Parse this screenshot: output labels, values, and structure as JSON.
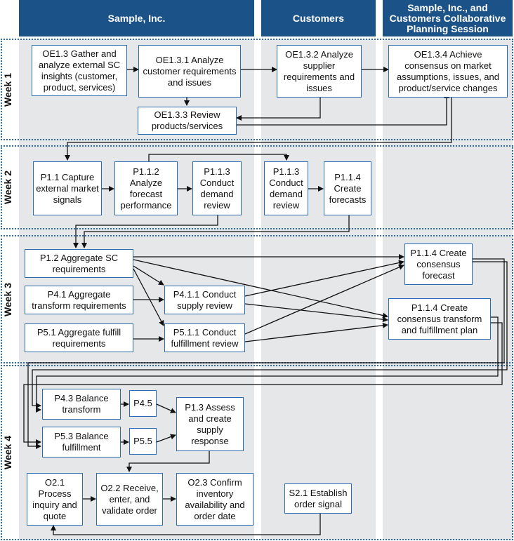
{
  "columns": [
    {
      "title": "Sample, Inc."
    },
    {
      "title": "Customers"
    },
    {
      "title": "Sample, Inc., and Customers Collaborative Planning Session"
    }
  ],
  "weeks": [
    {
      "label": "Week 1"
    },
    {
      "label": "Week 2"
    },
    {
      "label": "Week 3"
    },
    {
      "label": "Week 4"
    }
  ],
  "boxes": {
    "oe13": "OE1.3 Gather and analyze external SC insights (customer, product, services)",
    "oe131": "OE1.3.1 Analyze customer requirements and issues",
    "oe132": "OE1.3.2 Analyze supplier requirements and issues",
    "oe134": "OE1.3.4 Achieve consensus on market assumptions, issues, and product/service changes",
    "oe133": "OE1.3.3 Review products/services",
    "p11": "P1.1 Capture external market signals",
    "p112": "P1.1.2 Analyze forecast performance",
    "p113a": "P1.1.3 Conduct demand review",
    "p113b": "P1.1.3 Conduct demand review",
    "p114create": "P1.1.4 Create forecasts",
    "p12": "P1.2 Aggregate SC requirements",
    "p41": "P4.1 Aggregate transform requirements",
    "p51": "P5.1 Aggregate fulfill requirements",
    "p411": "P4.1.1 Conduct supply review",
    "p511": "P5.1.1 Conduct fulfillment review",
    "p114consensus": "P1.1.4 Create consensus forecast",
    "p114plan": "P1.1.4 Create consensus transform and fulfillment plan",
    "p43": "P4.3 Balance transform",
    "p45": "P4.5",
    "p53": "P5.3 Balance fulfillment",
    "p55": "P5.5",
    "p13": "P1.3 Assess and create supply response",
    "o21": "O2.1 Process inquiry and quote",
    "o22": "O2.2 Receive, enter, and validate order",
    "o23": "O2.3 Confirm inventory availability and order date",
    "s21": "S2.1 Establish order signal"
  }
}
